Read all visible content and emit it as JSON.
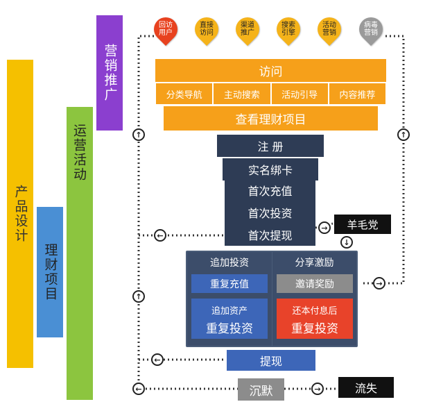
{
  "sidebar": {
    "product_design": "产品设计",
    "finance_project": "理财项目",
    "operations_activity": "运营活动",
    "marketing_promotion": "营销推广"
  },
  "channels": [
    {
      "label": "回访\n用户",
      "color": "#e8421f"
    },
    {
      "label": "直接\n访问",
      "color": "#f5b31a"
    },
    {
      "label": "渠道\n推广",
      "color": "#f5b31a"
    },
    {
      "label": "搜索\n引擎",
      "color": "#f5b31a"
    },
    {
      "label": "活动\n营销",
      "color": "#f5b31a"
    },
    {
      "label": "病毒\n营销",
      "color": "#9a9a9a"
    }
  ],
  "funnel": {
    "visit": "访问",
    "visit_sources": [
      "分类导航",
      "主动搜索",
      "活动引导",
      "内容推荐"
    ],
    "view_projects": "查看理财项目",
    "register": "注 册",
    "bind_card": "实名绑卡",
    "first_deposit": "首次充值",
    "first_invest": "首次投资",
    "first_withdraw": "首次提现"
  },
  "wool_party": "羊毛党",
  "panels": {
    "left_title": "追加投资",
    "left_btn": "重复充值",
    "left_sub": "追加资产",
    "left_big": "重复投资",
    "right_title": "分享激励",
    "right_btn": "邀请奖励",
    "right_sub": "还本付息后",
    "right_big": "重复投资"
  },
  "withdraw": "提现",
  "silent": "沉默",
  "churn": "流失",
  "colors": {
    "orange": "#f6a01a",
    "navy": "#2e3c55",
    "blue": "#3d66b8",
    "red": "#e8432a",
    "gray": "#8c8c8c",
    "purple": "#8b3fcf",
    "green": "#8cc53f",
    "yellow": "#f5c000",
    "lightblue": "#4a8fd4"
  }
}
